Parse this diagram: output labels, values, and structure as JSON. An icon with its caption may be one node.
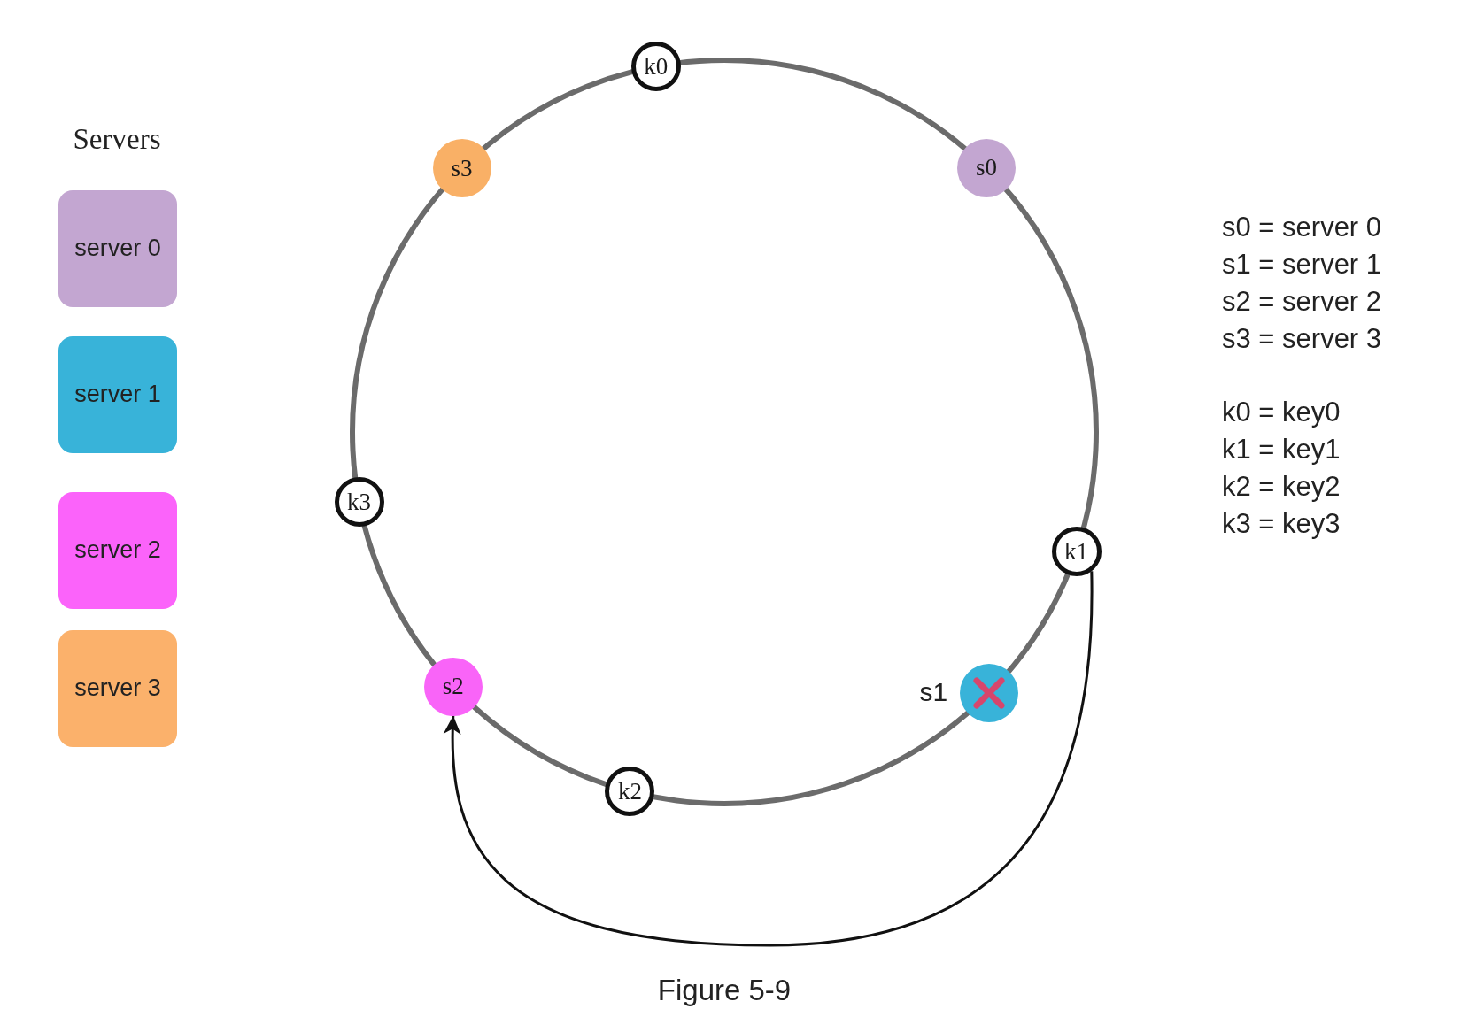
{
  "diagram": {
    "caption": "Figure 5-9",
    "nodes": [
      {
        "text": [
          "k0"
        ]
      },
      {
        "text": [
          "s3"
        ]
      },
      {
        "text": [
          "s0"
        ]
      },
      {
        "text": [
          "k3"
        ]
      },
      {
        "text": [
          "k1"
        ]
      },
      {
        "text": [
          "s2"
        ]
      },
      {
        "text": [],
        "shape": "circle",
        "beside": [
          "s1"
        ]
      },
      {
        "text": [
          "k2"
        ]
      }
    ],
    "edges": [
      {
        "from": 4,
        "to": 5,
        "arrow": "to"
      }
    ],
    "labels": [
      "Servers",
      "s0 = server 0",
      "s1 = server 1",
      "s2 = server 2",
      "s3 = server 3",
      "k0 = key0",
      "k1 = key1",
      "k2 = key2",
      "k3 = key3"
    ],
    "legend": [
      {
        "text": "server 0",
        "color": "#c3a6d1"
      },
      {
        "text": "server 1",
        "color": "#38b3d9"
      },
      {
        "text": "server 2",
        "color": "#fb63fa"
      },
      {
        "text": "server 3",
        "color": "#fbb16b"
      }
    ]
  }
}
